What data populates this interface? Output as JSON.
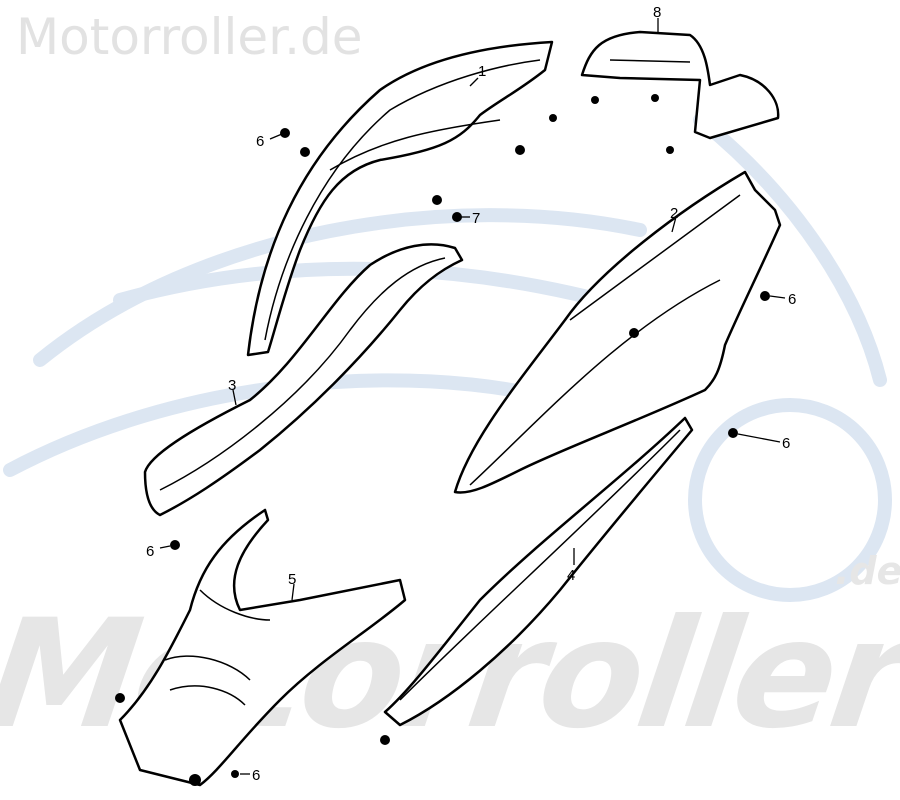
{
  "watermark": {
    "top": "Motorroller.de",
    "big": "Motorroller",
    "suffix": ".de"
  },
  "colors": {
    "watermark_gray": "#e2e2e2",
    "watermark_blue": "#dce6f2",
    "line": "#000000"
  },
  "labels": {
    "p1": "1",
    "p2": "2",
    "p3": "3",
    "p4": "4",
    "p5": "5",
    "p6a": "6",
    "p6b": "6",
    "p6c": "6",
    "p6d": "6",
    "p6e": "6",
    "p7": "7",
    "p8": "8"
  }
}
